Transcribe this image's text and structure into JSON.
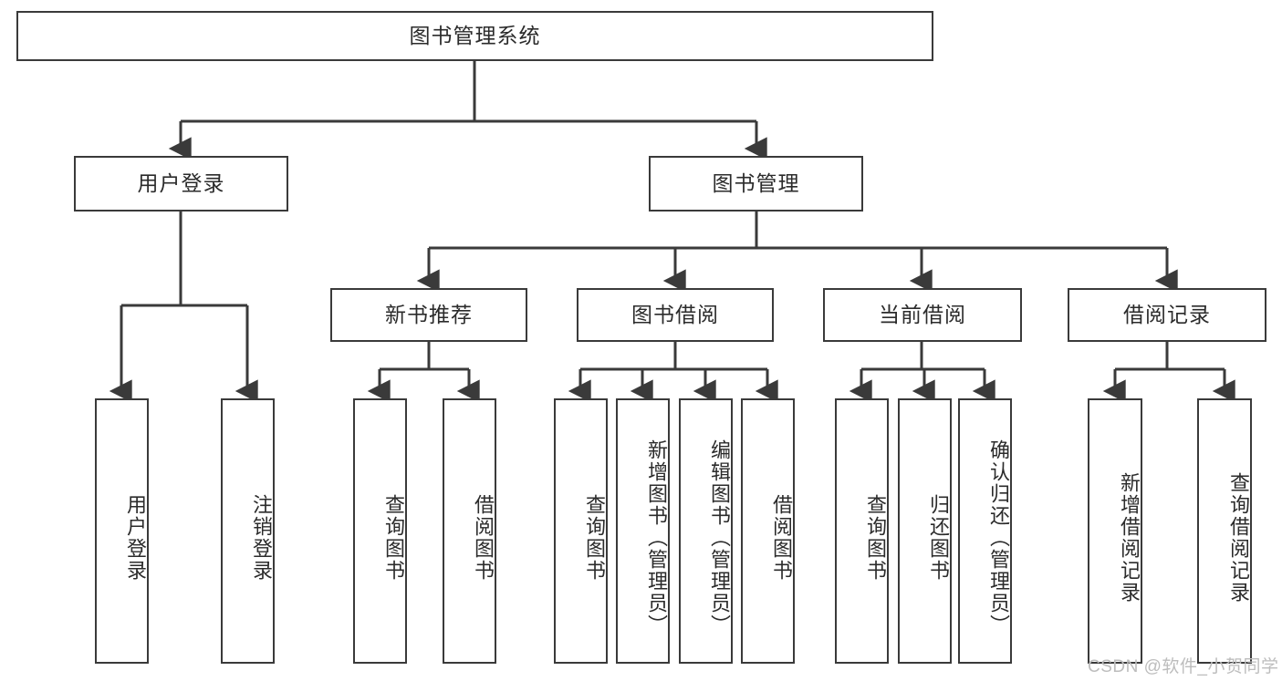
{
  "diagram": {
    "title": "图书管理系统",
    "type": "hierarchy-tree",
    "watermark": "CSDN @软件_小贺同学",
    "colors": {
      "stroke": "#3a3a3a",
      "fill": "#ffffff",
      "text": "#2b2b2b",
      "watermark": "#bdbdbd"
    },
    "levels": {
      "root": "图书管理系统",
      "level2": [
        "用户登录",
        "图书管理"
      ],
      "level3": [
        "新书推荐",
        "图书借阅",
        "当前借阅",
        "借阅记录"
      ]
    },
    "nodes": {
      "root": {
        "label": "图书管理系统"
      },
      "user_login": {
        "label": "用户登录"
      },
      "book_manage": {
        "label": "图书管理"
      },
      "new_book_rec": {
        "label": "新书推荐"
      },
      "book_borrow": {
        "label": "图书借阅"
      },
      "current_borrow": {
        "label": "当前借阅"
      },
      "borrow_record": {
        "label": "借阅记录"
      },
      "leaf_user_login": {
        "label": "用户登录"
      },
      "leaf_user_logout": {
        "label": "注销登录"
      },
      "leaf_query_book_1": {
        "label": "查询图书"
      },
      "leaf_borrow_book_1": {
        "label": "借阅图书"
      },
      "leaf_query_book_2": {
        "label": "查询图书"
      },
      "leaf_add_book": {
        "label": "新增图书（管理员）"
      },
      "leaf_edit_book": {
        "label": "编辑图书（管理员）"
      },
      "leaf_borrow_book_2": {
        "label": "借阅图书"
      },
      "leaf_query_book_3": {
        "label": "查询图书"
      },
      "leaf_return_book": {
        "label": "归还图书"
      },
      "leaf_confirm_return": {
        "label": "确认归还（管理员）"
      },
      "leaf_add_record": {
        "label": "新增借阅记录"
      },
      "leaf_query_record": {
        "label": "查询借阅记录"
      }
    },
    "edges": [
      {
        "from": "root",
        "to": "user_login"
      },
      {
        "from": "root",
        "to": "book_manage"
      },
      {
        "from": "user_login",
        "to": "leaf_user_login"
      },
      {
        "from": "user_login",
        "to": "leaf_user_logout"
      },
      {
        "from": "book_manage",
        "to": "new_book_rec"
      },
      {
        "from": "book_manage",
        "to": "book_borrow"
      },
      {
        "from": "book_manage",
        "to": "current_borrow"
      },
      {
        "from": "book_manage",
        "to": "borrow_record"
      },
      {
        "from": "new_book_rec",
        "to": "leaf_query_book_1"
      },
      {
        "from": "new_book_rec",
        "to": "leaf_borrow_book_1"
      },
      {
        "from": "book_borrow",
        "to": "leaf_query_book_2"
      },
      {
        "from": "book_borrow",
        "to": "leaf_add_book"
      },
      {
        "from": "book_borrow",
        "to": "leaf_edit_book"
      },
      {
        "from": "book_borrow",
        "to": "leaf_borrow_book_2"
      },
      {
        "from": "current_borrow",
        "to": "leaf_query_book_3"
      },
      {
        "from": "current_borrow",
        "to": "leaf_return_book"
      },
      {
        "from": "current_borrow",
        "to": "leaf_confirm_return"
      },
      {
        "from": "borrow_record",
        "to": "leaf_add_record"
      },
      {
        "from": "borrow_record",
        "to": "leaf_query_record"
      }
    ]
  }
}
